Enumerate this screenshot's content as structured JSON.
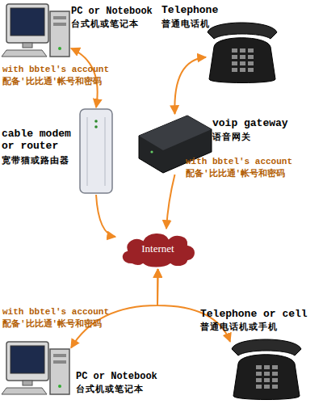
{
  "diagram": {
    "nodes": [
      {
        "text": [
          "PC or Notebook",
          "台式机或笔记本"
        ]
      },
      {
        "text": [
          "Telephone",
          "普通电话机"
        ]
      },
      {
        "text": [
          "cable modem or router",
          "宽带猫或路由器"
        ]
      },
      {
        "text": [
          "voip gateway",
          "语音网关"
        ]
      },
      {
        "text": [
          "Internet"
        ]
      },
      {
        "text": [
          "PC or Notebook",
          "台式机或笔记本"
        ]
      },
      {
        "text": [
          "Telephone or cell",
          "普通电话机或手机"
        ]
      }
    ],
    "edges": [
      {
        "from": 0,
        "to": 2,
        "arrow": "both"
      },
      {
        "from": 1,
        "to": 3,
        "arrow": "both"
      },
      {
        "from": 2,
        "to": 4,
        "arrow": "to"
      },
      {
        "from": 3,
        "to": 4,
        "arrow": "to"
      },
      {
        "from": 4,
        "to": 5,
        "arrow": "both"
      },
      {
        "from": 4,
        "to": 6,
        "arrow": "both"
      }
    ],
    "labels": [
      "with bbtel's account",
      "配备'比比通'帐号和密码",
      "with bbtel's account",
      "配备'比比通'帐号和密码",
      "with bbtel's account",
      "配备'比比通'帐号和密码"
    ]
  }
}
